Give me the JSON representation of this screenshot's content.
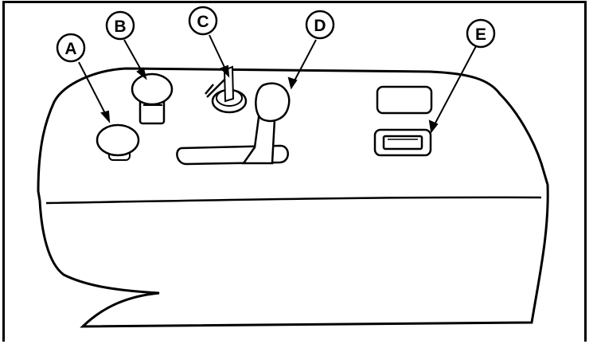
{
  "figure": {
    "callouts": [
      {
        "id": "a",
        "letter": "A"
      },
      {
        "id": "b",
        "letter": "B"
      },
      {
        "id": "c",
        "letter": "C"
      },
      {
        "id": "d",
        "letter": "D"
      },
      {
        "id": "e",
        "letter": "E"
      }
    ]
  }
}
